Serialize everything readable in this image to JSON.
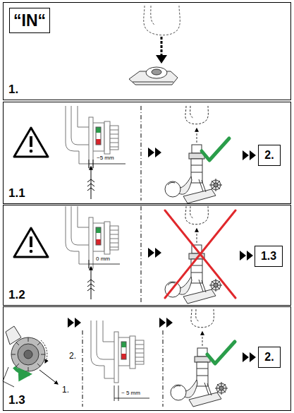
{
  "diagram": {
    "nodes": [
      {
        "text": [
          "1."
        ]
      },
      {
        "text": [
          "“IN“"
        ],
        "in": 0
      },
      {
        "text": [
          "1.1"
        ]
      },
      {
        "text": [
          "2."
        ],
        "in": 2
      },
      {
        "text": [
          "1.2"
        ]
      },
      {
        "text": [
          "1.3"
        ],
        "in": 4
      },
      {
        "text": [
          "1.3"
        ]
      },
      {
        "text": [
          "2."
        ],
        "in": 6
      }
    ],
    "labels": [
      "~5 mm",
      "0 mm",
      "2.",
      "1.",
      "~ 5 mm"
    ]
  }
}
